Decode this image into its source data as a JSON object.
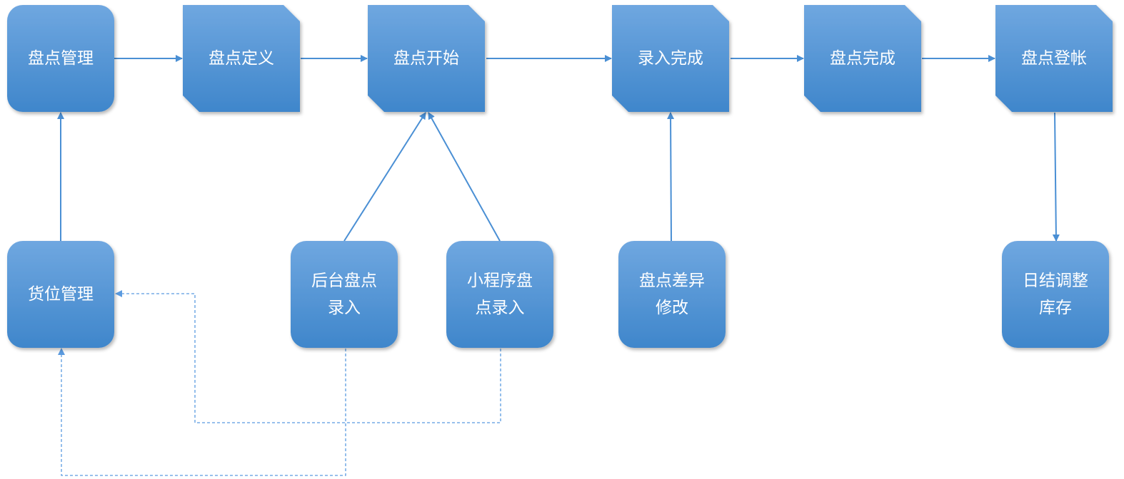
{
  "diagram": {
    "nodes": {
      "pandian_guanli": {
        "label": "盘点管理",
        "shape": "rounded"
      },
      "pandian_dingyi": {
        "label": "盘点定义",
        "shape": "snip"
      },
      "pandian_kaishi": {
        "label": "盘点开始",
        "shape": "snip"
      },
      "luru_wancheng": {
        "label": "录入完成",
        "shape": "snip"
      },
      "pandian_wancheng": {
        "label": "盘点完成",
        "shape": "snip"
      },
      "pandian_dengzhang": {
        "label": "盘点登帐",
        "shape": "snip"
      },
      "huowei_guanli": {
        "label": "货位管理",
        "shape": "rounded"
      },
      "houtai_luru": {
        "label_lines": [
          "后台盘点",
          "录入"
        ],
        "shape": "rounded"
      },
      "xiaochengxu_luru": {
        "label_lines": [
          "小程序盘",
          "点录入"
        ],
        "shape": "rounded"
      },
      "chayi_xiugai": {
        "label_lines": [
          "盘点差异",
          "修改"
        ],
        "shape": "rounded"
      },
      "rijie_tiaozheng": {
        "label_lines": [
          "日结调整",
          "库存"
        ],
        "shape": "rounded"
      }
    },
    "edges": [
      {
        "from": "pandian_guanli",
        "to": "pandian_dingyi",
        "style": "solid"
      },
      {
        "from": "pandian_dingyi",
        "to": "pandian_kaishi",
        "style": "solid"
      },
      {
        "from": "pandian_kaishi",
        "to": "luru_wancheng",
        "style": "solid"
      },
      {
        "from": "luru_wancheng",
        "to": "pandian_wancheng",
        "style": "solid"
      },
      {
        "from": "pandian_wancheng",
        "to": "pandian_dengzhang",
        "style": "solid"
      },
      {
        "from": "huowei_guanli",
        "to": "pandian_guanli",
        "style": "solid"
      },
      {
        "from": "houtai_luru",
        "to": "pandian_kaishi",
        "style": "solid"
      },
      {
        "from": "xiaochengxu_luru",
        "to": "pandian_kaishi",
        "style": "solid"
      },
      {
        "from": "chayi_xiugai",
        "to": "luru_wancheng",
        "style": "solid"
      },
      {
        "from": "pandian_dengzhang",
        "to": "rijie_tiaozheng",
        "style": "solid"
      },
      {
        "from": "xiaochengxu_luru",
        "to": "huowei_guanli",
        "style": "dashed"
      },
      {
        "from": "houtai_luru",
        "to": "huowei_guanli",
        "style": "dashed"
      }
    ],
    "colors": {
      "node_fill_top": "#6fa7e0",
      "node_fill_bottom": "#3f86cb",
      "node_text": "#ffffff",
      "arrow": "#4a8fd4",
      "dashed_arrow": "#5b9be0"
    }
  }
}
